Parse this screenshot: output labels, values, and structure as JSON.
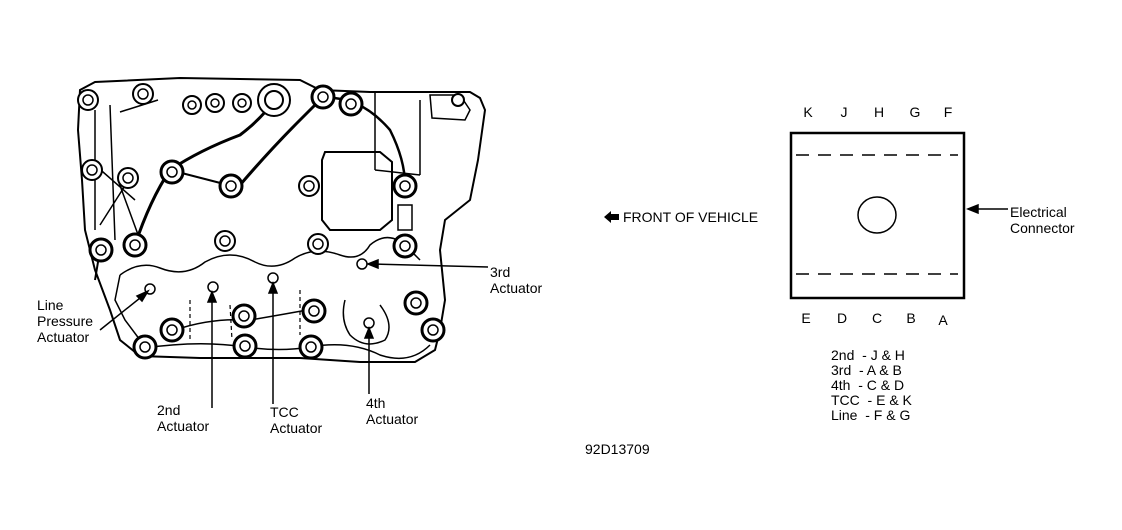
{
  "diagram": {
    "labels": {
      "line_pressure": [
        "Line",
        "Pressure",
        "Actuator"
      ],
      "second": [
        "2nd",
        "Actuator"
      ],
      "tcc": [
        "TCC",
        "Actuator"
      ],
      "fourth": [
        "4th",
        "Actuator"
      ],
      "third": [
        "3rd",
        "Actuator"
      ],
      "front": "FRONT OF VEHICLE",
      "electrical": [
        "Electrical",
        "Connector"
      ],
      "figure_id": "92D13709"
    },
    "connector": {
      "top_pins": [
        "K",
        "J",
        "H",
        "G",
        "F"
      ],
      "bottom_pins": [
        "E",
        "D",
        "C",
        "B",
        "A"
      ]
    },
    "legend": [
      "2nd  - J & H",
      "3rd  - A & B",
      "4th  - C & D",
      "TCC  - E & K",
      "Line  - F & G"
    ]
  }
}
